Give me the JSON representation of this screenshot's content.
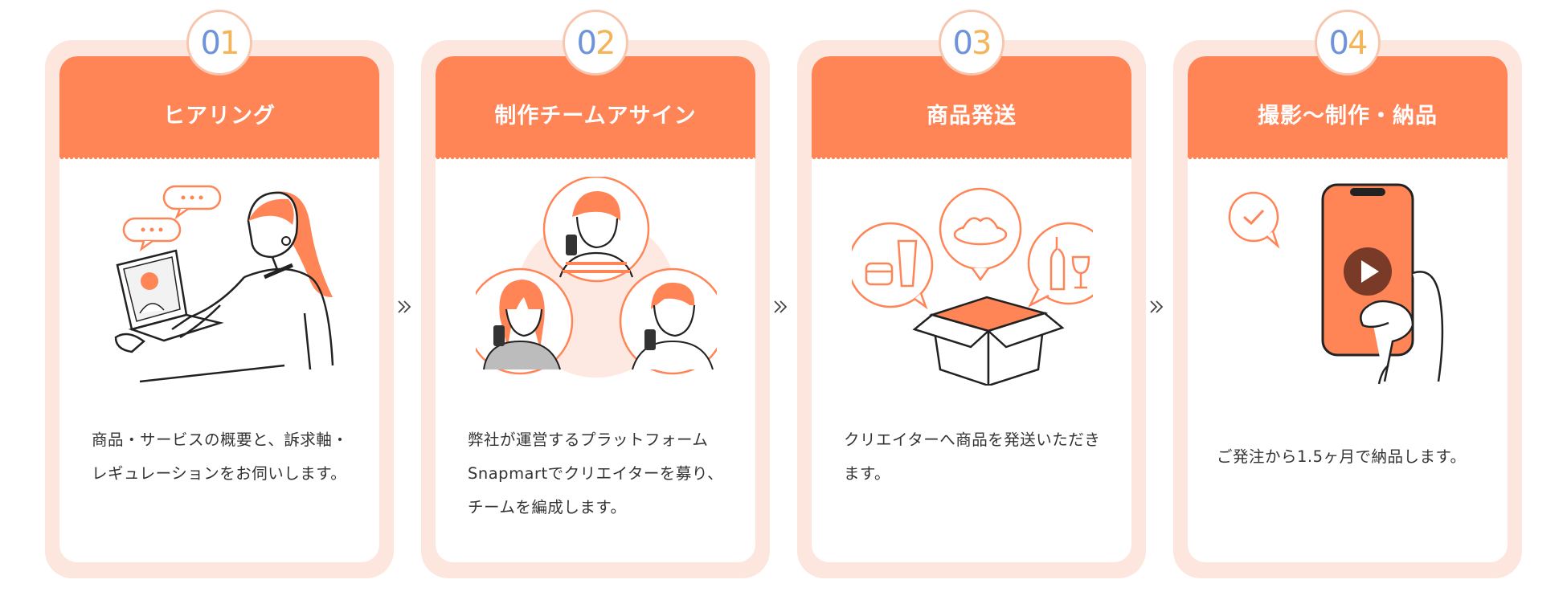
{
  "colors": {
    "accent": "#ff8456",
    "card_border": "#fde6de",
    "badge_blue": "#6f93d8",
    "badge_gold": "#f4b55a",
    "text": "#333333"
  },
  "steps": [
    {
      "number_first": "0",
      "number_second": "1",
      "title": "ヒアリング",
      "description": "商品・サービスの概要と、訴求軸・レギュレーションをお伺いします。",
      "illustration": "woman-video-call-illustration"
    },
    {
      "number_first": "0",
      "number_second": "2",
      "title": "制作チームアサイン",
      "description": "弊社が運営するプラットフォームSnapmartでクリエイターを募り、チームを編成します。",
      "illustration": "creator-team-illustration"
    },
    {
      "number_first": "0",
      "number_second": "3",
      "title": "商品発送",
      "description": "クリエイターへ商品を発送いただきます。",
      "illustration": "product-box-illustration"
    },
    {
      "number_first": "0",
      "number_second": "4",
      "title": "撮影〜制作・納品",
      "description": "ご発注から1.5ヶ月で納品します。",
      "illustration": "smartphone-video-illustration"
    }
  ],
  "icons": {
    "step_arrow": "double-chevron-right-icon"
  }
}
